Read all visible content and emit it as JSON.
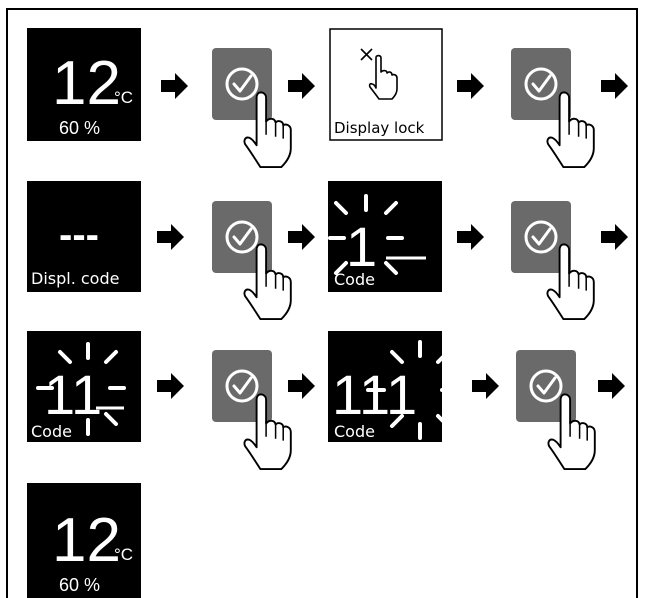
{
  "steps": {
    "start_display": {
      "temperature": "12",
      "unit": "°C",
      "humidity": "60 %"
    },
    "lock_panel": {
      "label": "Display lock"
    },
    "code_display": {
      "dashes": "---",
      "label": "Displ. code"
    },
    "code_entry_1": {
      "digits": "1",
      "label": "Code"
    },
    "code_entry_2": {
      "digits": "11",
      "label": "Code"
    },
    "code_entry_3": {
      "digits": "111",
      "label": "Code"
    },
    "end_display": {
      "temperature": "12",
      "unit": "°C",
      "humidity": "60 %"
    }
  },
  "icons": {
    "confirm_button": "check-circle-icon",
    "hand": "pointing-hand-icon",
    "arrow": "right-arrow-icon",
    "no_touch": "cross-touch-icon"
  },
  "colors": {
    "display_bg": "#000000",
    "display_text": "#ffffff",
    "button_bg": "#6a6a6a",
    "arrow": "#000000",
    "border": "#000000"
  }
}
